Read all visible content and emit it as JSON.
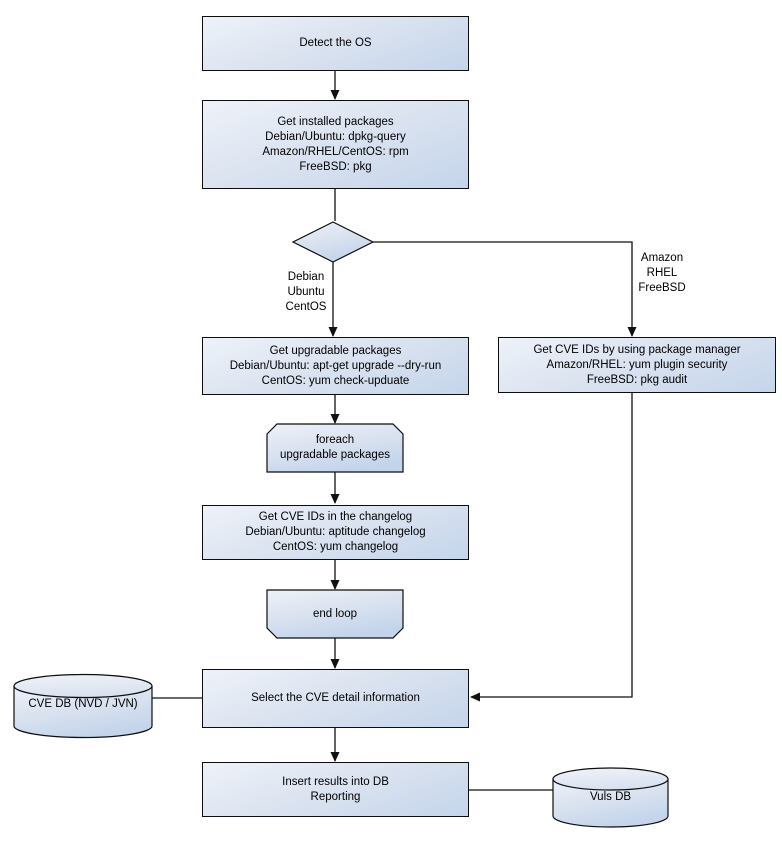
{
  "diagram": {
    "type": "flowchart",
    "nodes": {
      "detect_os": "Detect the OS",
      "get_installed": "Get installed packages\nDebian/Ubuntu: dpkg-query\nAmazon/RHEL/CentOS: rpm\nFreeBSD: pkg",
      "get_upgradable": "Get upgradable packages\nDebian/Ubuntu: apt-get upgrade --dry-run\nCentOS: yum check-upduate",
      "get_cve_pkg_manager": "Get CVE IDs by using package manager\nAmazon/RHEL: yum plugin security\nFreeBSD: pkg audit",
      "foreach_loop_start": "foreach\nupgradable packages",
      "get_cve_changelog": "Get CVE IDs in the changelog\nDebian/Ubuntu: aptitude changelog\nCentOS: yum changelog",
      "end_loop": "end loop",
      "select_cve_detail": "Select the CVE detail information",
      "cve_db": "CVE DB (NVD / JVN)",
      "insert_results": "Insert results into DB\nReporting",
      "vuls_db": "Vuls DB"
    },
    "edge_labels": {
      "left_branch": "Debian\nUbuntu\nCentOS",
      "right_branch": "Amazon\nRHEL\nFreeBSD"
    },
    "colors": {
      "shape_fill_light": "#eef2f9",
      "shape_fill_dark": "#c4d5eb",
      "cylinder_lid": "#e3e9f4",
      "border": "#0d0d0d",
      "connector": "#111111",
      "text": "#000000",
      "background": "#ffffff"
    }
  }
}
